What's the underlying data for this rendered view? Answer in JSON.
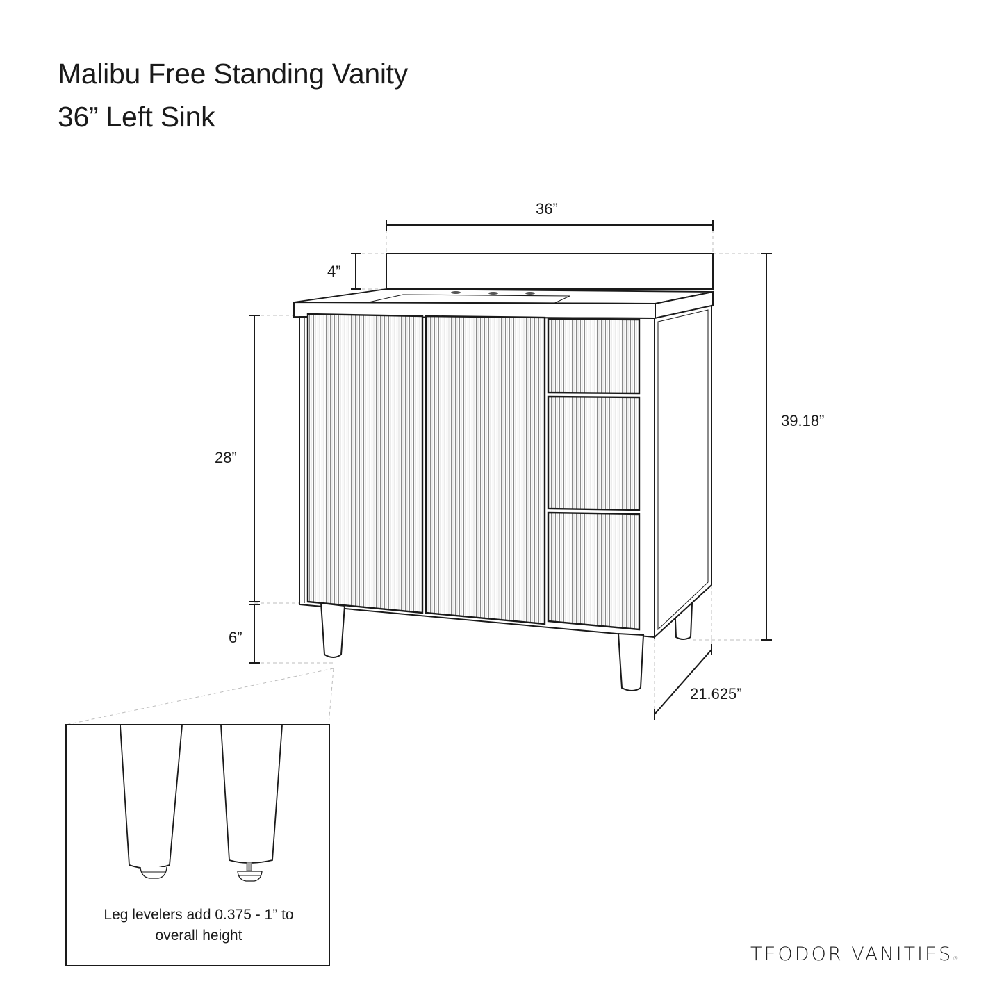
{
  "header": {
    "title_line1": "Malibu Free Standing Vanity",
    "title_line2": "36” Left Sink"
  },
  "dimensions": {
    "width": "36”",
    "backsplash_height": "4”",
    "cabinet_height": "28”",
    "leg_height": "6”",
    "overall_height": "39.18”",
    "depth": "21.625”"
  },
  "inset": {
    "note_line1": "Leg levelers add 0.375 - 1” to",
    "note_line2": "overall height"
  },
  "brand": {
    "name": "TEODOR VANITIES",
    "mark": "®"
  },
  "product": {
    "doors": 2,
    "drawers": 3,
    "sink_position": "left",
    "front_style": "fluted"
  },
  "colors": {
    "line": "#1a1a1a",
    "flute": "#8a8a8a",
    "dashed_guide": "#bdbdbd",
    "background": "#ffffff"
  }
}
